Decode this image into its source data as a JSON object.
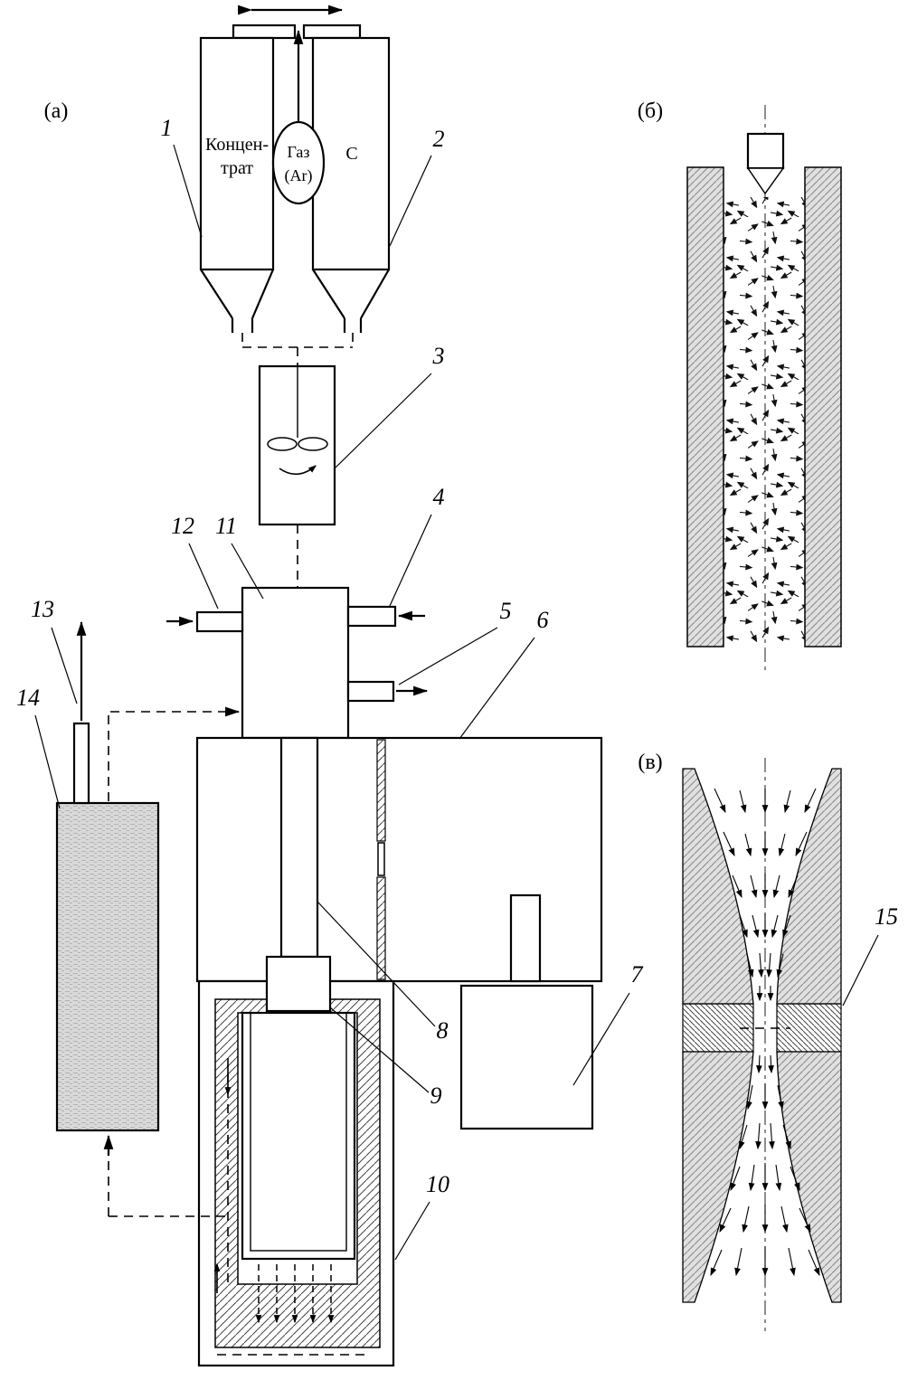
{
  "panels": {
    "a": "(а)",
    "b": "(б)",
    "v": "(в)"
  },
  "texts": {
    "concentrate_line1": "Концен-",
    "concentrate_line2": "трат",
    "gas_line1": "Газ",
    "gas_line2": "(Ar)",
    "carbon": "С"
  },
  "part_labels": {
    "n1": "1",
    "n2": "2",
    "n3": "3",
    "n4": "4",
    "n5": "5",
    "n6": "6",
    "n7": "7",
    "n8": "8",
    "n9": "9",
    "n10": "10",
    "n11": "11",
    "n12": "12",
    "n13": "13",
    "n14": "14",
    "n15": "15"
  }
}
